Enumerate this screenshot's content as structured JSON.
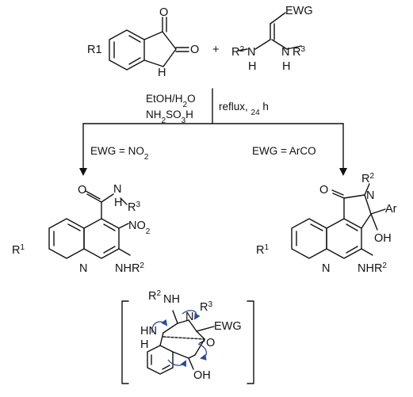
{
  "reactants": {
    "isatin": {
      "substituent": "R1",
      "carbonyl_o": [
        "O",
        "O"
      ],
      "nh": "H"
    },
    "plus": "+",
    "enediamine": {
      "ewg": "EWG",
      "amine_left": "R2",
      "amine_right": "R3",
      "n_left": "N",
      "n_right": "N",
      "h_left": "H",
      "h_right": "H"
    }
  },
  "conditions": {
    "line1": "EtOH/H2O",
    "line2": "NH2SO3H",
    "right": "reflux, 24 h"
  },
  "branches": {
    "left_label": "EWG = NO2",
    "right_label": "EWG = ArCO"
  },
  "product_left": {
    "amide": [
      "O",
      "N",
      "H",
      "R3"
    ],
    "nitro": "NO2",
    "substituent": "R1",
    "ring_n": "N",
    "amine": "NHR2"
  },
  "product_right": {
    "lactam": [
      "O",
      "N",
      "R2"
    ],
    "aryl": "Ar",
    "hydroxy": "OH",
    "substituent": "R1",
    "ring_n": "N",
    "amine": "NHR2"
  },
  "intermediate": {
    "top_amine": [
      "R2",
      "NH"
    ],
    "n_r3": [
      "N",
      "R3"
    ],
    "ewg": "EWG",
    "hn": "HN",
    "h": "H",
    "o": "O",
    "oh": "OH"
  }
}
